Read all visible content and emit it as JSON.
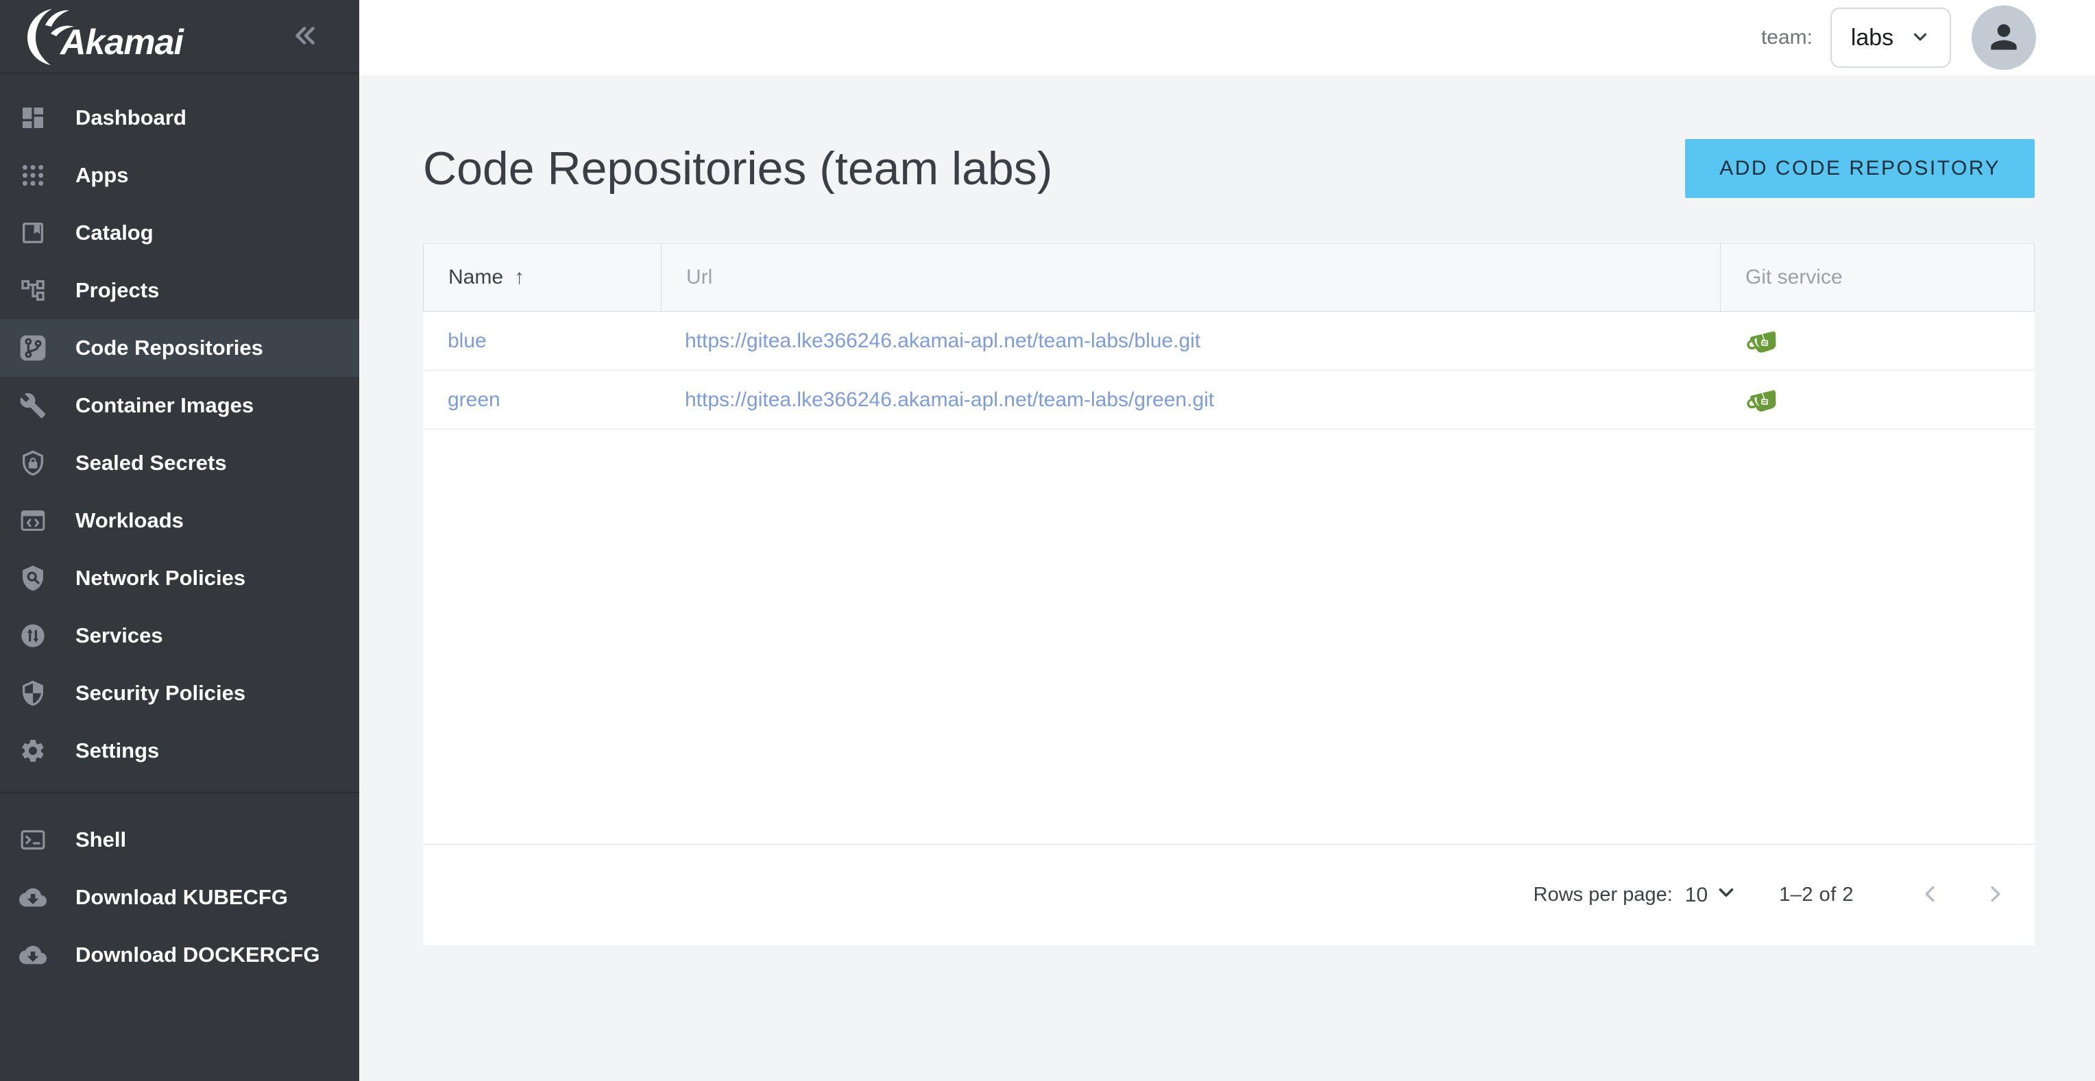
{
  "sidebar": {
    "logo_text": "Akamai",
    "items": [
      {
        "label": "Dashboard",
        "icon": "dashboard-icon",
        "active": false
      },
      {
        "label": "Apps",
        "icon": "apps-grid-icon",
        "active": false
      },
      {
        "label": "Catalog",
        "icon": "catalog-book-icon",
        "active": false
      },
      {
        "label": "Projects",
        "icon": "projects-tree-icon",
        "active": false
      },
      {
        "label": "Code Repositories",
        "icon": "git-branch-icon",
        "active": true
      },
      {
        "label": "Container Images",
        "icon": "wrench-icon",
        "active": false
      },
      {
        "label": "Sealed Secrets",
        "icon": "shield-lock-icon",
        "active": false
      },
      {
        "label": "Workloads",
        "icon": "window-code-icon",
        "active": false
      },
      {
        "label": "Network Policies",
        "icon": "shield-search-icon",
        "active": false
      },
      {
        "label": "Services",
        "icon": "swap-circle-icon",
        "active": false
      },
      {
        "label": "Security Policies",
        "icon": "shield-half-icon",
        "active": false
      },
      {
        "label": "Settings",
        "icon": "gear-icon",
        "active": false
      }
    ],
    "footer_items": [
      {
        "label": "Shell",
        "icon": "terminal-icon",
        "active": false
      },
      {
        "label": "Download KUBECFG",
        "icon": "cloud-download-icon",
        "active": false
      },
      {
        "label": "Download DOCKERCFG",
        "icon": "cloud-download-icon",
        "active": false
      }
    ]
  },
  "topbar": {
    "team_label": "team:",
    "team_value": "labs",
    "avatar_icon": "person-icon"
  },
  "main": {
    "title": "Code Repositories (team labs)",
    "add_button_label": "ADD CODE REPOSITORY",
    "table": {
      "columns": [
        "Name",
        "Url",
        "Git service"
      ],
      "sort": {
        "column": "Name",
        "direction": "ascending",
        "icon": "arrow-up-icon"
      },
      "rows": [
        {
          "name": "blue",
          "url": "https://gitea.lke366246.akamai-apl.net/team-labs/blue.git",
          "git_service_icon": "gitea-icon"
        },
        {
          "name": "green",
          "url": "https://gitea.lke366246.akamai-apl.net/team-labs/green.git",
          "git_service_icon": "gitea-icon"
        }
      ]
    },
    "pagination": {
      "rows_per_page_label": "Rows per page:",
      "rows_per_page": "10",
      "range": "1–2 of 2"
    }
  },
  "colors": {
    "sidebar_bg": "#34373B",
    "sidebar_active_bg": "#3C444C",
    "accent_button": "#58C5F3",
    "link": "#7D9CD9",
    "gitea_green": "#689B37",
    "page_bg": "#F2F4F6"
  }
}
